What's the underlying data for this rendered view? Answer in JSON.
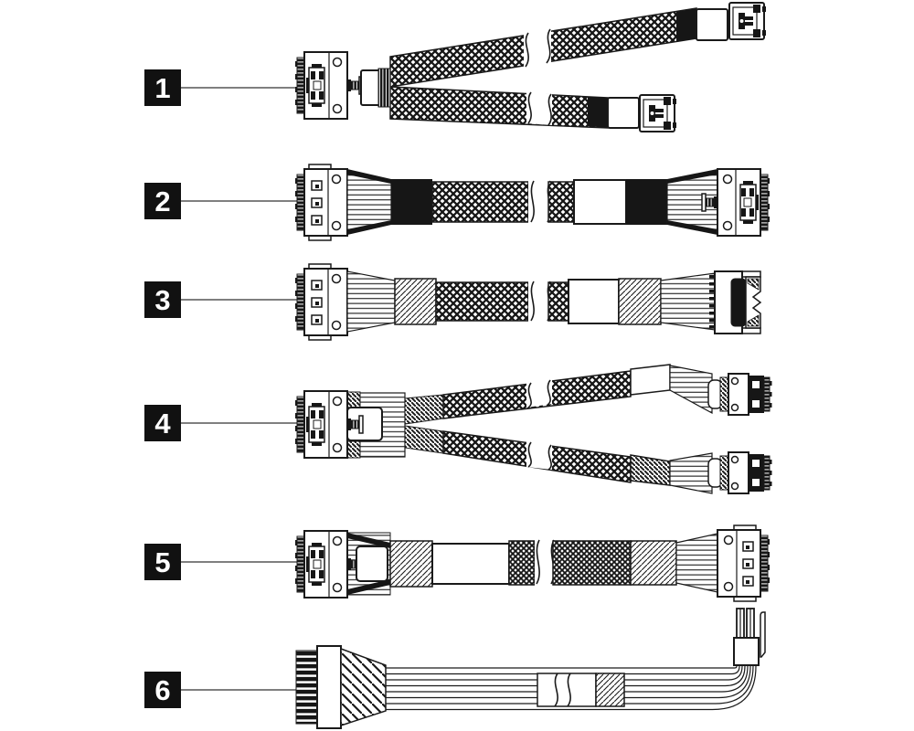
{
  "figure": {
    "kind": "cable-kit-line-diagram",
    "colors": {
      "ink": "#1a1a1a",
      "paper": "#ffffff"
    },
    "items": [
      {
        "label": "1",
        "name": "y-splitter-cable-two-small-plugs"
      },
      {
        "label": "2",
        "name": "straight-cable-black-sleeves"
      },
      {
        "label": "3",
        "name": "straight-cable-hatched-sleeves-latch-connector"
      },
      {
        "label": "4",
        "name": "y-splitter-cable-two-block-connectors"
      },
      {
        "label": "5",
        "name": "straight-cable-fine-braid"
      },
      {
        "label": "6",
        "name": "power-cable-right-angle-plug"
      }
    ]
  }
}
